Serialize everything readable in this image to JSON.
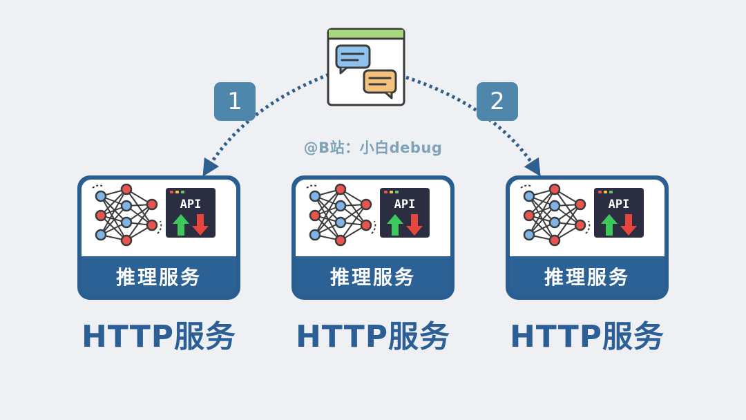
{
  "watermark": "@B站：小白debug",
  "steps": [
    {
      "label": "1"
    },
    {
      "label": "2"
    }
  ],
  "client": {
    "icon": "chat-window-icon"
  },
  "services": [
    {
      "card_label": "推理服务",
      "api_label": "API",
      "http_label": "HTTP服务"
    },
    {
      "card_label": "推理服务",
      "api_label": "API",
      "http_label": "HTTP服务"
    },
    {
      "card_label": "推理服务",
      "api_label": "API",
      "http_label": "HTTP服务"
    }
  ],
  "colors": {
    "background": "#eef0f3",
    "card_blue": "#2c6196",
    "badge_blue": "#4f86ab",
    "arrow_blue": "#2f5f8f",
    "http_text": "#2c5f96",
    "watermark": "#7ea3b8",
    "node_red": "#e8554e",
    "node_blue": "#7fb5e6",
    "arrow_green": "#3cc85a",
    "arrow_red": "#e8463c"
  }
}
